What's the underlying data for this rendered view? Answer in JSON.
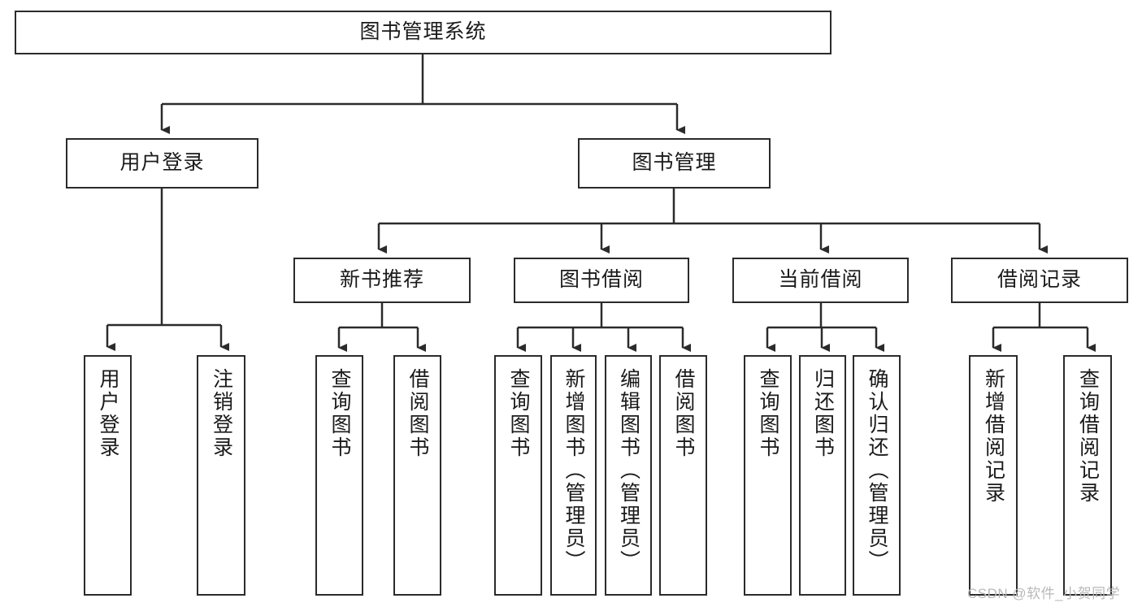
{
  "diagram": {
    "title": "图书管理系统",
    "type": "tree-hierarchy",
    "levels": 4,
    "colors": {
      "box_border": "#2b2b2b",
      "box_fill": "#ffffff",
      "connector": "#2b2b2b",
      "text": "#1a1a1a",
      "watermark": "#b9b9b9",
      "background": "#ffffff"
    },
    "root": {
      "label": "图书管理系统",
      "orientation": "horizontal"
    },
    "level2": [
      {
        "label": "用户登录",
        "orientation": "horizontal"
      },
      {
        "label": "图书管理",
        "orientation": "horizontal"
      }
    ],
    "level3": [
      {
        "label": "新书推荐",
        "orientation": "horizontal",
        "parent": "图书管理"
      },
      {
        "label": "图书借阅",
        "orientation": "horizontal",
        "parent": "图书管理"
      },
      {
        "label": "当前借阅",
        "orientation": "horizontal",
        "parent": "图书管理"
      },
      {
        "label": "借阅记录",
        "orientation": "horizontal",
        "parent": "图书管理"
      }
    ],
    "leaves": {
      "user_login": [
        {
          "label": "用户登录",
          "orientation": "vertical"
        },
        {
          "label": "注销登录",
          "orientation": "vertical"
        }
      ],
      "new_book_recommend": [
        {
          "label": "查询图书",
          "orientation": "vertical"
        },
        {
          "label": "借阅图书",
          "orientation": "vertical"
        }
      ],
      "book_borrow": [
        {
          "label": "查询图书",
          "orientation": "vertical"
        },
        {
          "label": "新增图书（管理员）",
          "orientation": "vertical"
        },
        {
          "label": "编辑图书（管理员）",
          "orientation": "vertical"
        },
        {
          "label": "借阅图书",
          "orientation": "vertical"
        }
      ],
      "current_borrow": [
        {
          "label": "查询图书",
          "orientation": "vertical"
        },
        {
          "label": "归还图书",
          "orientation": "vertical"
        },
        {
          "label": "确认归还（管理员）",
          "orientation": "vertical"
        }
      ],
      "borrow_record": [
        {
          "label": "新增借阅记录",
          "orientation": "vertical"
        },
        {
          "label": "查询借阅记录",
          "orientation": "vertical"
        }
      ]
    }
  },
  "watermark": {
    "text": "CSDN @软件_小贺同学"
  }
}
